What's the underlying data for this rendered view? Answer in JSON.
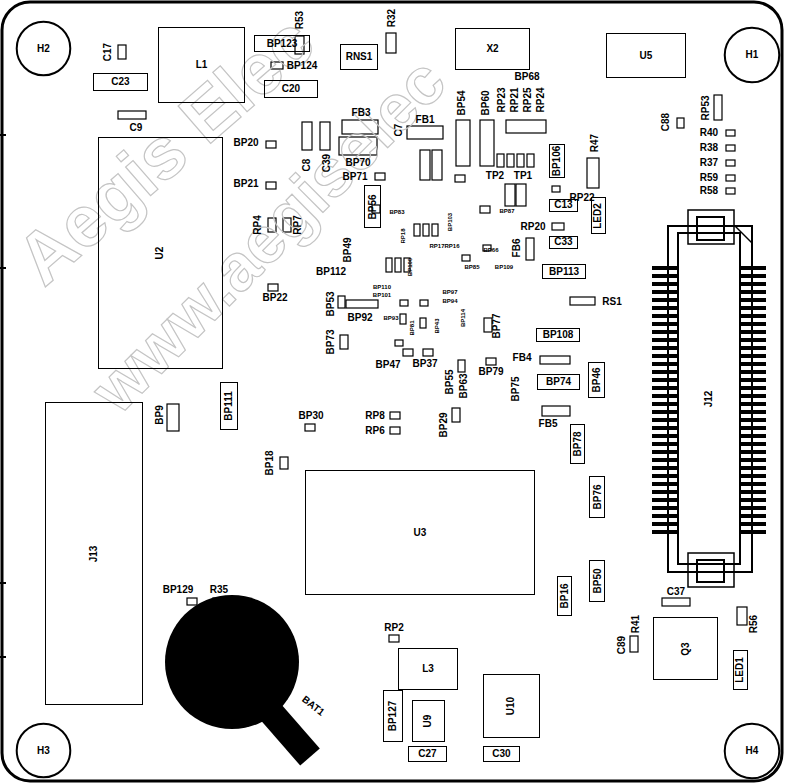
{
  "diagram": {
    "nodes": [
      {
        "text": [
          "H2"
        ]
      },
      {
        "text": [
          "H1"
        ]
      },
      {
        "text": [
          "H3"
        ]
      },
      {
        "text": [
          "H4"
        ]
      },
      {
        "text": [
          "L1"
        ]
      },
      {
        "text": [
          "BP123"
        ]
      },
      {
        "text": [
          "RNS1"
        ]
      },
      {
        "text": [
          "X2"
        ]
      },
      {
        "text": [
          "U5"
        ]
      },
      {
        "text": [
          "C23"
        ]
      },
      {
        "text": [
          "C20"
        ]
      },
      {
        "text": [
          "U2"
        ]
      },
      {
        "text": [
          "BP56"
        ]
      },
      {
        "text": [
          "BP106"
        ]
      },
      {
        "text": [
          "LED2"
        ]
      },
      {
        "text": [
          "C13"
        ]
      },
      {
        "text": [
          "C33"
        ]
      },
      {
        "text": [
          "BP113"
        ]
      },
      {
        "text": [
          "BP108"
        ]
      },
      {
        "text": [
          "BP74"
        ]
      },
      {
        "text": [
          "BP46"
        ]
      },
      {
        "text": [
          "BP78"
        ]
      },
      {
        "text": [
          "BP76"
        ]
      },
      {
        "text": [
          "BP50"
        ]
      },
      {
        "text": [
          "BP16"
        ]
      },
      {
        "text": [
          "BP111"
        ]
      },
      {
        "text": [
          "J13"
        ]
      },
      {
        "text": [
          "U3"
        ]
      },
      {
        "text": [
          "J12"
        ]
      },
      {
        "text": [
          "L3"
        ]
      },
      {
        "text": [
          "U9"
        ]
      },
      {
        "text": [
          "U10"
        ]
      },
      {
        "text": [
          "Q3"
        ]
      },
      {
        "text": [
          "LED1"
        ]
      },
      {
        "text": [
          "BP127"
        ]
      },
      {
        "text": [
          "C27"
        ]
      },
      {
        "text": [
          "C30"
        ]
      }
    ],
    "labels": [
      "Aegis Elec",
      "www.aegiselec",
      "C17",
      "BP124",
      "R53",
      "R32",
      "C9",
      "BP68",
      "RP23",
      "RP21",
      "RP25",
      "RP24",
      "BP54",
      "BP60",
      "C88",
      "RP53",
      "R40",
      "R38",
      "R37",
      "R59",
      "R58",
      "R47",
      "RP22",
      "RP20",
      "RS1",
      "FB3",
      "FB1",
      "C7",
      "C8",
      "C39",
      "BP70",
      "BP71",
      "BP20",
      "BP21",
      "RP4",
      "RP7",
      "TP2",
      "TP1",
      "FB6",
      "BP49",
      "BP112",
      "BP22",
      "BP53",
      "BP92",
      "BP73",
      "BP47",
      "BP37",
      "BP77",
      "BP79",
      "BP75",
      "BP55",
      "BP63",
      "BP29",
      "FB4",
      "FB5",
      "RP8",
      "RP6",
      "BP30",
      "BP18",
      "BP9",
      "BP129",
      "R35",
      "RP2",
      "BAT1",
      "C37",
      "C89",
      "R41",
      "R56",
      "BP110",
      "BP101",
      "BP97",
      "BP94",
      "BP114",
      "BP93",
      "BP81",
      "BP43",
      "RP17",
      "RP16",
      "BP109",
      "BP85",
      "BP87",
      "BP103",
      "RP18",
      "BP100",
      "BP83",
      "BP66"
    ]
  }
}
